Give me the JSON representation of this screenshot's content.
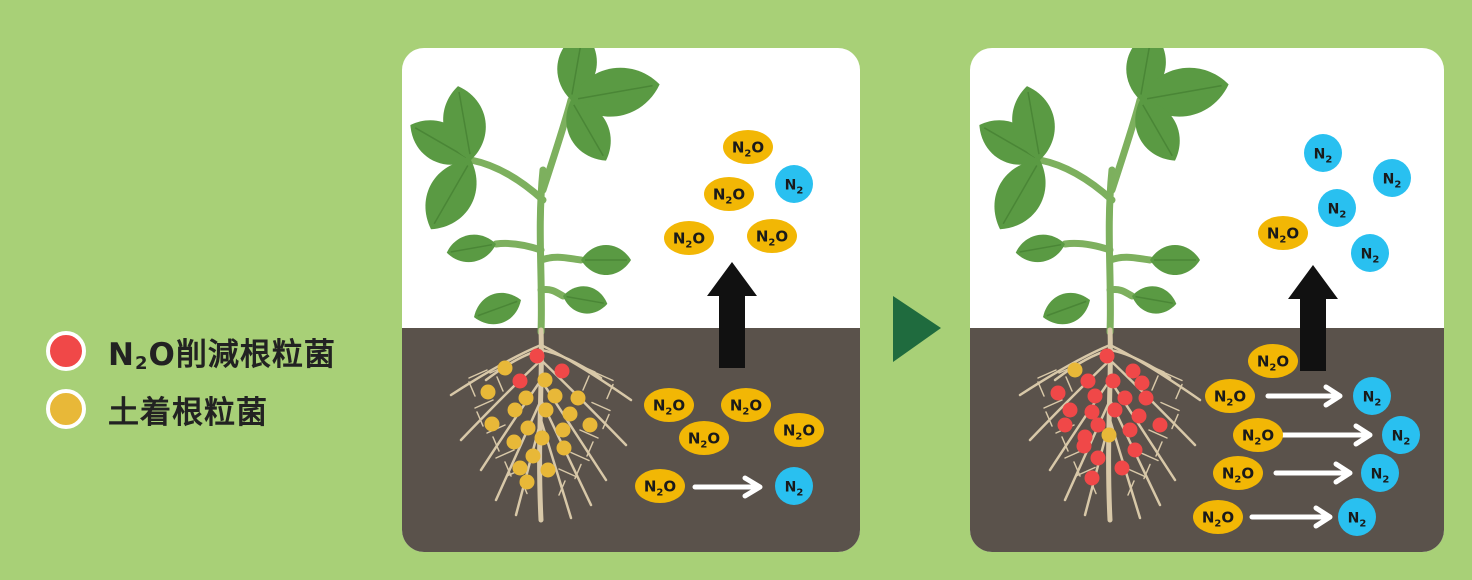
{
  "legend": {
    "items": [
      {
        "label_prefix": "N",
        "label_sub": "2",
        "label_suffix": "O削減根粒菌",
        "color": "#f04848"
      },
      {
        "label_prefix": "土着根粒菌",
        "label_sub": "",
        "label_suffix": "",
        "color": "#e8b838"
      }
    ]
  },
  "molecules": {
    "n2o": {
      "base": "N",
      "sub": "2",
      "tail": "O",
      "color": "#f2b705"
    },
    "n2": {
      "base": "N",
      "sub": "2",
      "tail": "",
      "color": "#29c0f0"
    }
  },
  "colors": {
    "background": "#a8d077",
    "sky": "#ffffff",
    "soil": "#5a524b",
    "leaf": "#5a9a43",
    "stem": "#7db05e",
    "root": "#d8c8a8",
    "arrow_up": "#111111",
    "arrow_side": "#ffffff",
    "transition_arrow": "#1f6b3e",
    "nodule_red": "#f04848",
    "nodule_yellow": "#e8b838"
  }
}
